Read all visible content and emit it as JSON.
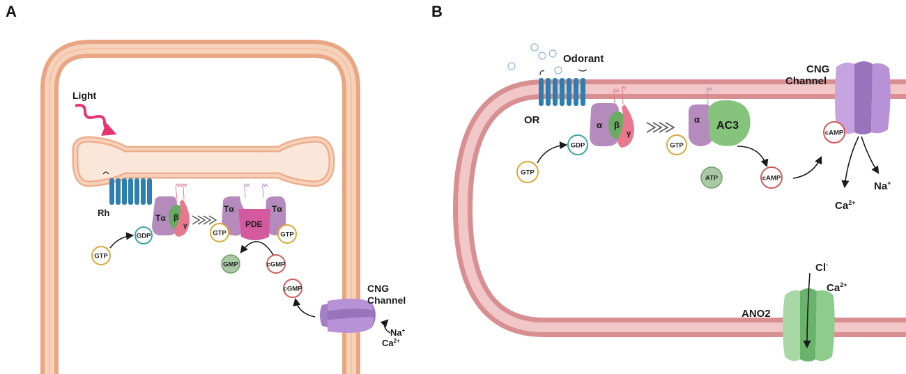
{
  "panels": {
    "a": "A",
    "b": "B"
  },
  "panel_a": {
    "light": "Light",
    "rh": "Rh",
    "t_alpha": "Tα",
    "beta": "β",
    "gamma": "γ",
    "pde": "PDE",
    "gdp": "GDP",
    "gtp": "GTP",
    "gtp_pde_left": "GTP",
    "gtp_pde_right": "GTP",
    "gmp": "GMP",
    "cgmp": "cGMP",
    "cgmp_channel": "cGMP",
    "cng_line1": "CNG",
    "cng_line2": "Channel",
    "na": "Na",
    "na_sup": "+",
    "ca": "Ca",
    "ca_sup": "2+"
  },
  "panel_b": {
    "odorant": "Odorant",
    "or": "OR",
    "alpha": "α",
    "beta": "β",
    "gamma": "γ",
    "ac3": "AC3",
    "gdp": "GDP",
    "gtp": "GTP",
    "gtp_ac": "GTP",
    "atp": "ATP",
    "camp": "cAMP",
    "camp_channel": "cAMP",
    "cng_line1": "CNG",
    "cng_line2": "Channel",
    "na": "Na",
    "na_sup": "+",
    "ca": "Ca",
    "ca_sup": "2+",
    "cl": "Cl",
    "cl_sup": "-",
    "ca2": "Ca",
    "ca2_sup": "2+",
    "ano2": "ANO2"
  },
  "colors": {
    "rod_membrane": "#f2c3a6",
    "rod_outline": "#e9a683",
    "disc_fill": "#fbe3d6",
    "olf_membrane": "#e8b7b7",
    "olf_outline": "#d88f92",
    "receptor": "#2d7fb0",
    "alpha_subunit": "#b58bbd",
    "beta_subunit": "#6aab63",
    "gamma_subunit": "#e9788e",
    "pde": "#d45aa0",
    "ac3": "#86c47e",
    "cng_channel": "#b892d6",
    "ano2": "#8ccc8c",
    "light_arrow": "#e8336f",
    "gtp_ring": "#d9a83a",
    "gdp_ring": "#3aa5a0",
    "cgmp_ring": "#d45a5a",
    "gmp_fill": "#a9c9a4"
  },
  "icons": [
    "light-wave-arrow",
    "receptor-helix-icon",
    "odorant-bubble-icon",
    "channel-icon",
    "reaction-arrow-icon"
  ]
}
